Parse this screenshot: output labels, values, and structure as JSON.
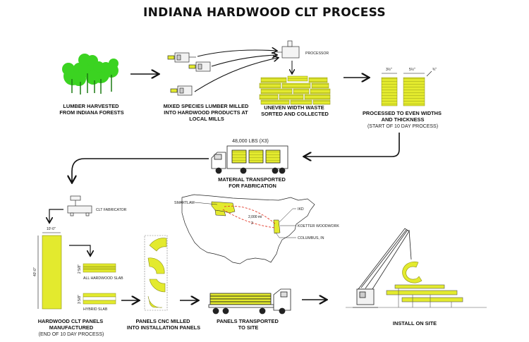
{
  "title": "INDIANA HARDWOOD CLT PROCESS",
  "steps": {
    "harvest": [
      "LUMBER HARVESTED",
      "FROM INDIANA FORESTS"
    ],
    "mill": [
      "MIXED SPECIES LUMBER MILLED",
      "INTO HARDWOOD PRODUCTS AT",
      "LOCAL MILLS"
    ],
    "processor_label": "PROCESSOR",
    "waste": [
      "UNEVEN WIDTH WASTE",
      "SORTED AND COLLECTED"
    ],
    "processed": [
      "PROCESSED TO EVEN WIDTHS",
      "AND THICKNESS"
    ],
    "processed_note": "(START OF 10 DAY PROCESS)",
    "truck_load": "48,000 LBS (X3)",
    "transport": [
      "MATERIAL TRANSPORTED",
      "FOR FABRICATION"
    ],
    "fabricator_label": "CLT FABRICATOR",
    "panels": [
      "HARDWOOD CLT PANELS",
      "MANUFACTURED"
    ],
    "panels_note": "(END OF 10 DAY PROCESS)",
    "cnc": [
      "PANELS CNC MILLED",
      "INTO INSTALLATION PANELS"
    ],
    "panels_transport": [
      "PANELS TRANSPORTED",
      "TO SITE"
    ],
    "install": "INSTALL ON SITE"
  },
  "dimensions": {
    "width_a": "3½\"",
    "width_b": "5½\"",
    "thickness": "¾\"",
    "panel_width": "10'-0\"",
    "panel_length": "40'-0\"",
    "slab_a_thickness": "2 5/8\"",
    "slab_b_thickness": "3 5/8\""
  },
  "slabs": {
    "all_hardwood": "ALL HARDWOOD SLAB",
    "hybrid": "HYBRID SLAB"
  },
  "map": {
    "smartlam": "SMARTLAM",
    "distance": "2,000 mi",
    "iki": "IKD",
    "koetter": "KOETTER WOODWORK",
    "columbus": "COLUMBUS, IN",
    "route_marker": "2"
  },
  "colors": {
    "wood": "#e3ea2e",
    "tree": "#3bd321",
    "route": "#e23b2b",
    "line": "#111111"
  }
}
